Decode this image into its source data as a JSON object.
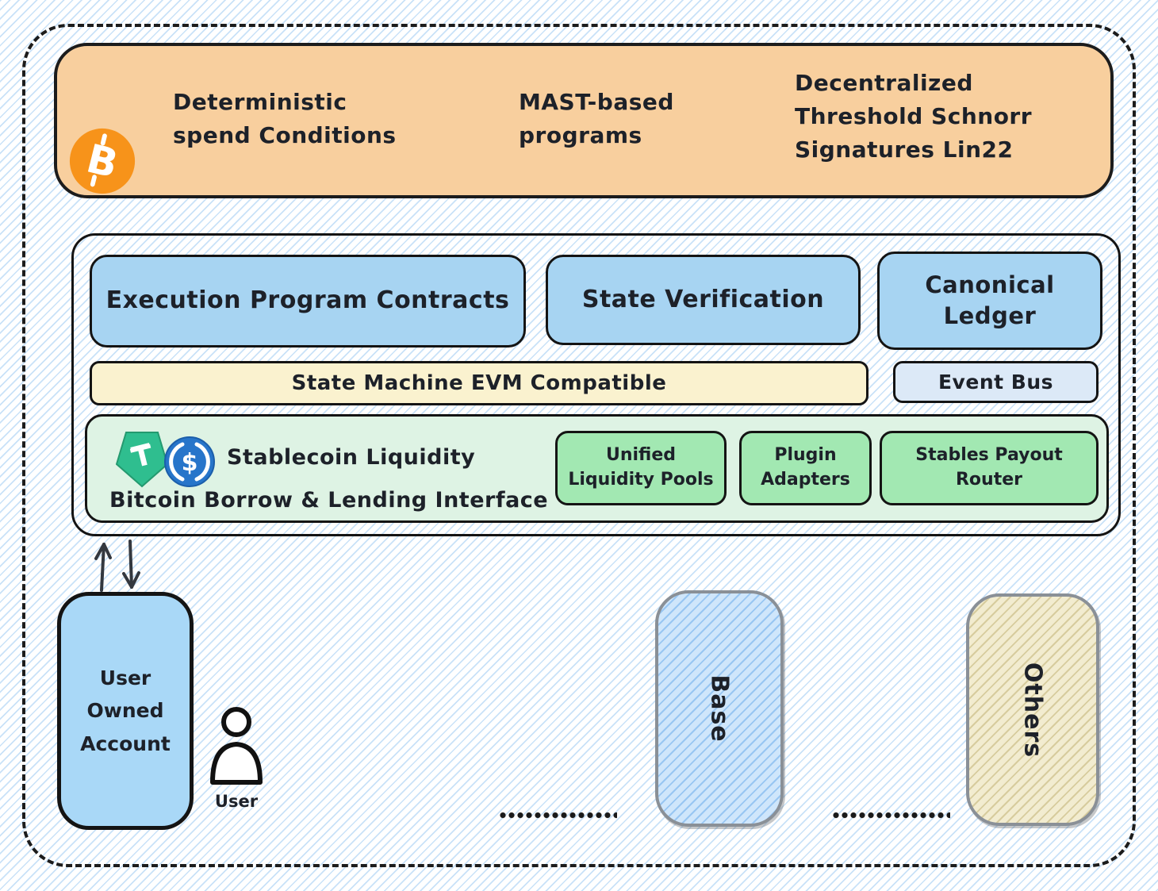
{
  "banner": {
    "bitcoin_icon_letter": "B",
    "items": [
      {
        "label": "Deterministic\nspend Conditions"
      },
      {
        "label": "MAST-based\nprograms"
      },
      {
        "label": "Decentralized\nThreshold Schnorr\nSignatures Lin22"
      }
    ]
  },
  "core": {
    "boxes": [
      {
        "label": "Execution Program Contracts"
      },
      {
        "label": "State Verification"
      },
      {
        "label": "Canonical\nLedger"
      }
    ],
    "state_machine_label": "State Machine EVM Compatible",
    "event_bus_label": "Event Bus"
  },
  "liquidity": {
    "title": "Stablecoin Liquidity",
    "subtitle": "Bitcoin Borrow & Lending Interface",
    "tether_icon_letter": "T",
    "usdc_icon_letter": "$",
    "boxes": [
      {
        "label": "Unified\nLiquidity Pools"
      },
      {
        "label": "Plugin\nAdapters"
      },
      {
        "label": "Stables Payout\nRouter"
      }
    ]
  },
  "bottom": {
    "user_account_label": "User\nOwned\nAccount",
    "user_label": "User",
    "chains": [
      {
        "label": "Base"
      },
      {
        "label": "Others"
      }
    ]
  },
  "colors": {
    "banner_fill": "#f8cf9e",
    "bitcoin_orange": "#f7931a",
    "blue_box_fill": "#a7d4f2",
    "yellow_bar_fill": "#faf2cf",
    "event_bus_fill": "#dce9f7",
    "green_container_fill": "#def3e4",
    "green_box_fill": "#a2e8b2",
    "tether_green": "#2fbe8f",
    "usdc_blue": "#2775ca",
    "user_account_fill": "#a9d8f7",
    "base_fill": "#cfe6fb",
    "others_fill": "#f2ecd0",
    "hatch_blue": "#93c4f0",
    "outline_black": "#1c1c1c",
    "chain_border_gray": "#8a9097"
  }
}
